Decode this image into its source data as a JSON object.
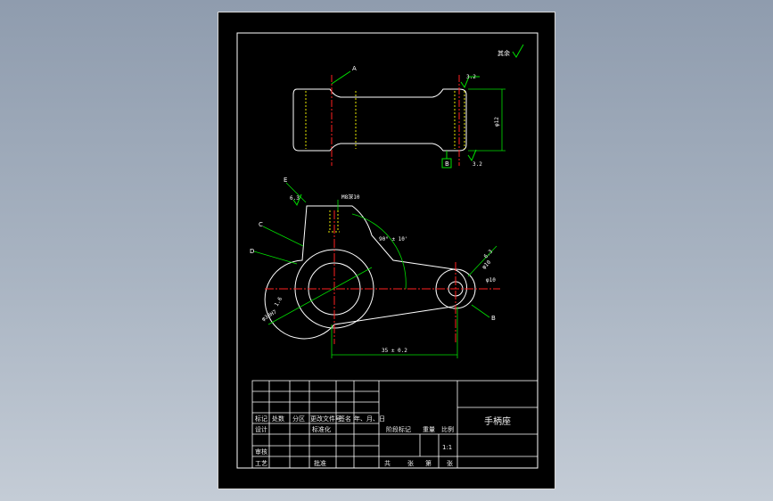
{
  "colors": {
    "background": "#000000",
    "outline": "#ffffff",
    "center_line": "#ff2020",
    "dimension": "#00e000",
    "hidden_line": "#e8e800",
    "viewer_bg": "#9aa6b6"
  },
  "drawing": {
    "top_view": {
      "leader_a": "A",
      "roughness_right": "3.2",
      "height_dim": "φ12",
      "datum_label": "B",
      "roughness_bottom": "3.2"
    },
    "front_view": {
      "leader_e": "E",
      "leader_c": "C",
      "leader_d": "D",
      "leader_b": "B",
      "roughness_top": "6.3",
      "roughness_right": "6.3",
      "roughness_left": "1.6",
      "thread_label": "M8深10",
      "angle_label": "90° ± 10'",
      "left_hole_label": "φ30H7",
      "right_hole_label": "φ10",
      "right_rough": "φ10",
      "center_distance": "35 ± 0.2"
    },
    "corner_note": "其余"
  },
  "title_block": {
    "part_name": "手柄座",
    "scale": "1:1",
    "header_row": [
      "标记",
      "处数",
      "分区",
      "更改文件号",
      "签名",
      "年、月、日"
    ],
    "row_design": [
      "设计",
      "",
      "",
      "标准化",
      "",
      ""
    ],
    "row_review": [
      "审核",
      "",
      "",
      "",
      "",
      ""
    ],
    "row_process": [
      "工艺",
      "",
      "",
      "批准",
      "",
      ""
    ],
    "stage_label": "阶段标记",
    "weight_label": "重量",
    "ratio_label": "比例",
    "sheets": [
      "共",
      "张",
      "第",
      "张"
    ]
  }
}
